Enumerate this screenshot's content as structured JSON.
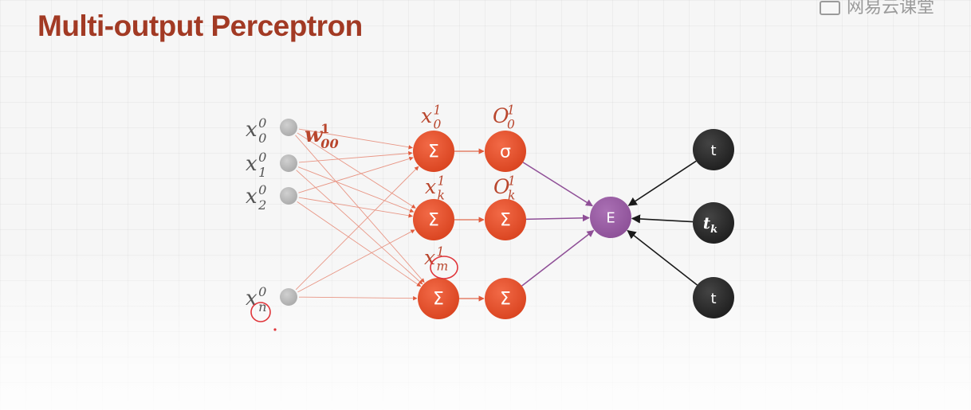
{
  "title": "Multi-output Perceptron",
  "watermark": "网易云课堂",
  "colors": {
    "title": "#a23a24",
    "neuron": "#e2502f",
    "input_node": "#b9b9b9",
    "error_node": "#9b5ea6",
    "target_node": "#2b2b2b",
    "edge_input": "#e89685",
    "edge_output": "#8f4f97",
    "edge_target": "#1a1a1a",
    "handwriting": "#e0353a"
  },
  "diagram": {
    "inputs": [
      {
        "base": "x",
        "sub": "0",
        "sup": "0"
      },
      {
        "base": "x",
        "sub": "1",
        "sup": "0"
      },
      {
        "base": "x",
        "sub": "2",
        "sup": "0"
      },
      {
        "base": "x",
        "sub": "n",
        "sup": "0"
      }
    ],
    "weight_label": {
      "base": "w",
      "sub": "00",
      "sup": "1"
    },
    "sum_nodes": [
      {
        "symbol": "Σ",
        "label": {
          "base": "x",
          "sub": "0",
          "sup": "1"
        }
      },
      {
        "symbol": "Σ",
        "label": {
          "base": "x",
          "sub": "k",
          "sup": "1"
        }
      },
      {
        "symbol": "Σ",
        "label": {
          "base": "x",
          "sub": "m",
          "sup": "1"
        }
      }
    ],
    "activation_nodes": [
      {
        "symbol": "σ",
        "label": {
          "base": "O",
          "sub": "0",
          "sup": "1"
        }
      },
      {
        "symbol": "Σ",
        "label": {
          "base": "O",
          "sub": "k",
          "sup": "1"
        }
      },
      {
        "symbol": "Σ"
      }
    ],
    "error_node": {
      "symbol": "E"
    },
    "targets": [
      {
        "base": "t",
        "sub": ""
      },
      {
        "base": "t",
        "sub": "k"
      },
      {
        "base": "t",
        "sub": ""
      }
    ]
  }
}
